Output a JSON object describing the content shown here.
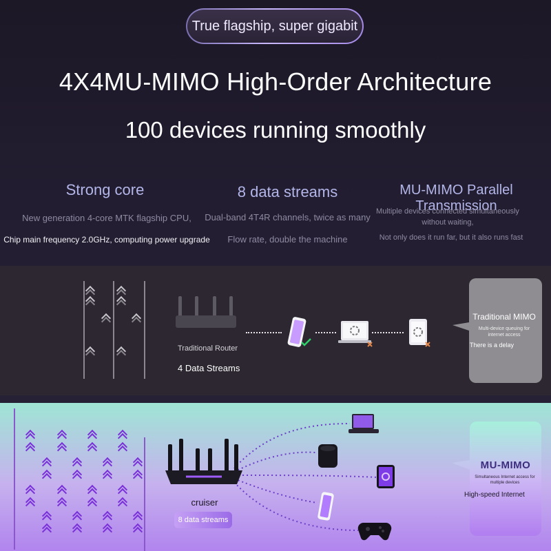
{
  "header": {
    "badge": "True flagship, super gigabit",
    "title": "4X4MU-MIMO High-Order Architecture",
    "subtitle": "100 devices running smoothly"
  },
  "features": [
    {
      "title": "Strong core",
      "line1": "New generation 4-core MTK flagship CPU,",
      "line2": "Chip main frequency 2.0GHz, computing power upgrade"
    },
    {
      "title": "8 data streams",
      "line1": "Dual-band 4T4R channels, twice as many",
      "line2": "Flow rate, double the machine"
    },
    {
      "title": "MU-MIMO Parallel Transmission",
      "line1": "Multiple devices connected simultaneously without waiting,",
      "line2": "Not only does it run far, but it also runs fast"
    }
  ],
  "traditional": {
    "router_label": "Traditional Router",
    "streams_label": "4 Data Streams",
    "bubble_title": "Traditional MIMO",
    "bubble_line1": "Multi-device queuing for internet access",
    "bubble_line2": "There is a delay",
    "colors": {
      "bubble": "#8f8d92",
      "check": "#2fd06a",
      "cross": "#e6874a"
    }
  },
  "mumimo": {
    "router_label": "cruiser",
    "streams_label": "8 data streams",
    "bubble_title": "MU-MIMO",
    "bubble_line1": "Simultaneous Internet access for multiple devices",
    "bubble_line2": "High-speed Internet",
    "colors": {
      "accent": "#7a31d8",
      "dots": "#6b3ec8"
    }
  }
}
